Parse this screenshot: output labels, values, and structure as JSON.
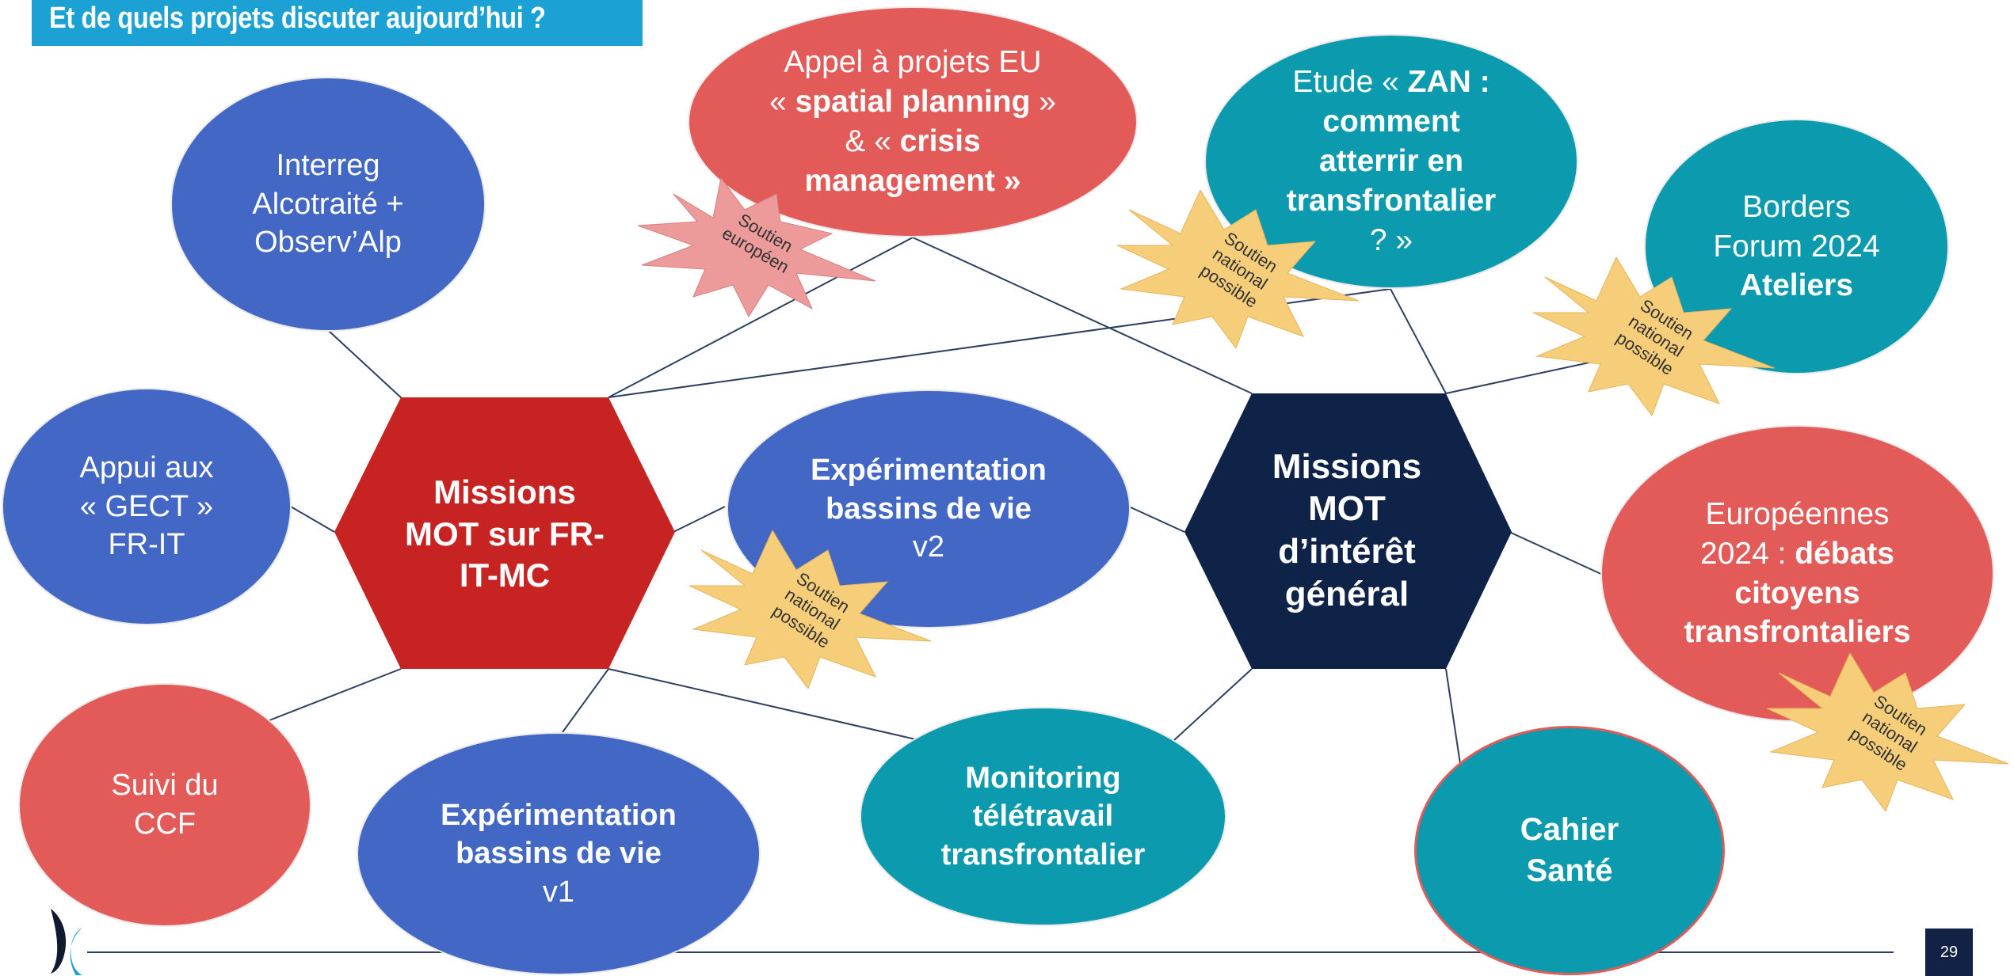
{
  "title": "Et de quels projets discuter aujourd’hui ?",
  "hubs": {
    "left": {
      "lines": [
        "Missions",
        "MOT sur FR-",
        "IT-MC"
      ],
      "color": "#c82323"
    },
    "right": {
      "lines": [
        "Missions",
        "MOT",
        "d’intérêt",
        "général"
      ],
      "color": "#0f2247"
    }
  },
  "nodes": {
    "interreg": {
      "lines": [
        "Interreg",
        "Alcotraité +",
        "Observ’Alp"
      ]
    },
    "appui": {
      "lines": [
        "Appui aux",
        "« GECT »",
        "FR-IT"
      ]
    },
    "suivi": {
      "lines": [
        "Suivi du",
        "CCF"
      ]
    },
    "exp_v1": {
      "line1": "Expérimentation",
      "line2": "bassins de vie",
      "line3": "v1"
    },
    "appel": {
      "line1": "Appel à projets EU",
      "line2_pre": "« ",
      "line2_bold": "spatial planning",
      "line2_post": " »",
      "line3_pre": "& « ",
      "line3_bold": "crisis",
      "line4": "management »"
    },
    "exp_v2": {
      "line1": "Expérimentation",
      "line2": "bassins de vie",
      "line3": "v2"
    },
    "monitoring": {
      "lines": [
        "Monitoring",
        "télétravail",
        "transfrontalier"
      ]
    },
    "zan": {
      "line1_pre": "Etude « ",
      "line1_bold": "ZAN :",
      "line2": "comment",
      "line3": "atterrir en",
      "line4": "transfrontalier",
      "line5": "? »"
    },
    "borders": {
      "line1": "Borders",
      "line2": "Forum 2024",
      "line3": "Ateliers"
    },
    "europeennes": {
      "line1": "Européennes",
      "line2_pre": "2024 : ",
      "line2_bold": "débats",
      "line3": "citoyens",
      "line4": "transfrontaliers"
    },
    "cahier": {
      "lines": [
        "Cahier",
        "Santé"
      ]
    }
  },
  "bursts": {
    "europeen": {
      "lines": [
        "Soutien",
        "européen"
      ]
    },
    "national": {
      "lines": [
        "Soutien",
        "national",
        "possible"
      ]
    }
  },
  "colors": {
    "blue": "#4267c4",
    "red": "#e35b58",
    "teal": "#0b9aae",
    "line": "#2d3f63",
    "burst_yellow": "#f6ce7a",
    "burst_pink": "#ec9a9a"
  },
  "page_number": "29",
  "logo": "mot-logo-icon"
}
